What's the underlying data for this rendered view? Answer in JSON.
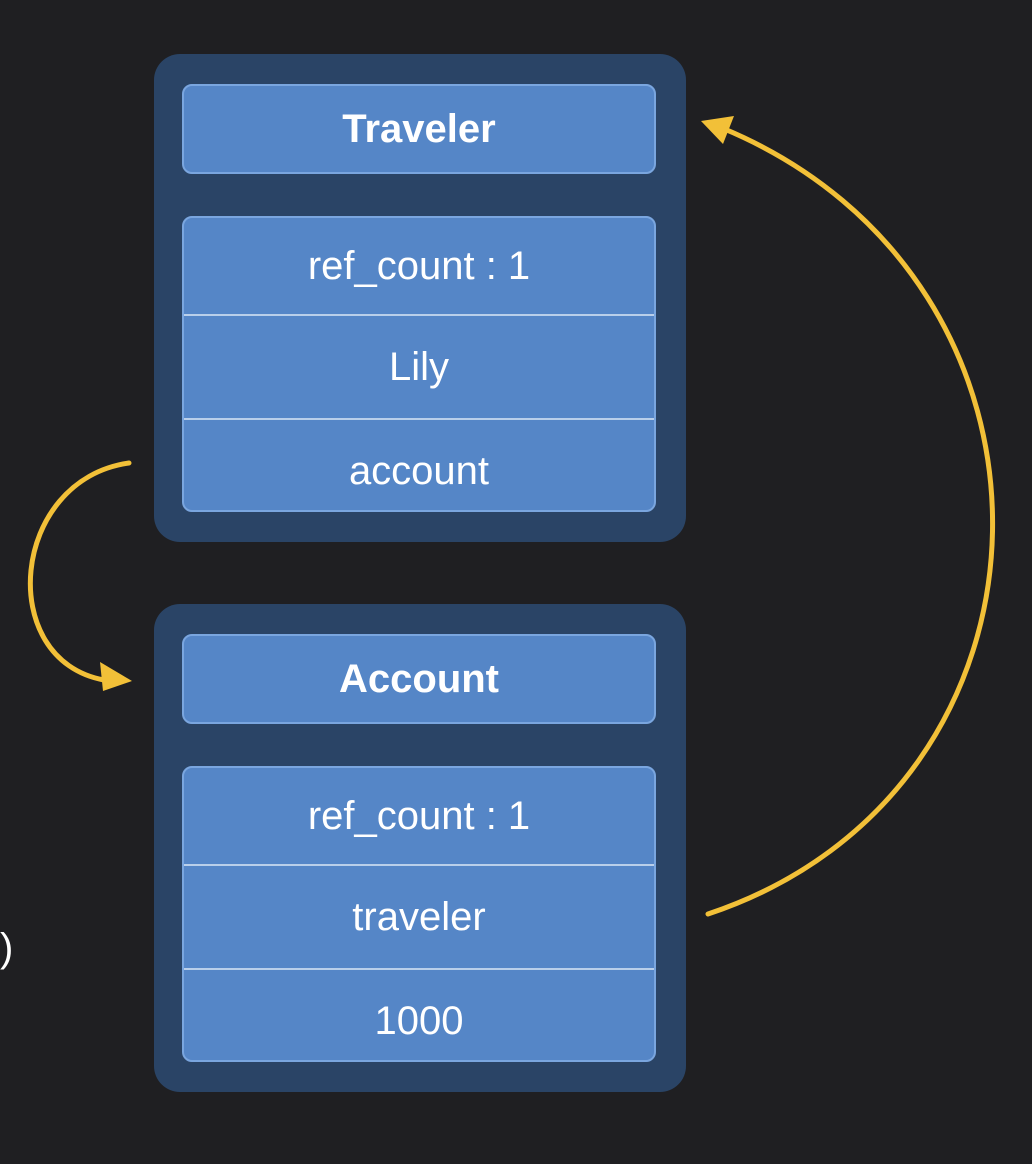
{
  "objects": {
    "traveler": {
      "title": "Traveler",
      "fields": [
        "ref_count : 1",
        "Lily",
        "account"
      ]
    },
    "account": {
      "title": "Account",
      "fields": [
        "ref_count : 1",
        "traveler",
        "1000"
      ]
    }
  },
  "stray_text": ")",
  "colors": {
    "background": "#1f1f22",
    "card": "#2a4466",
    "box": "#5586c7",
    "arrow": "#f2c038"
  }
}
